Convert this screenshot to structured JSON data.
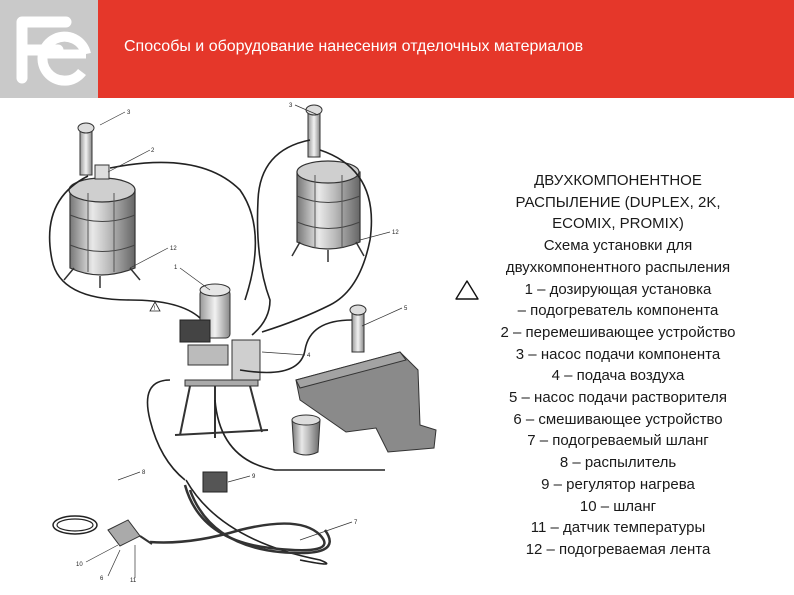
{
  "header": {
    "title": "Способы и оборудование нанесения отделочных материалов",
    "colors": {
      "banner": "#e5372a",
      "logo_bg": "#c9c9c9",
      "logo_mark": "#ffffff"
    }
  },
  "legend": {
    "heading_lines": [
      "ДВУХКОМПОНЕНТНОЕ",
      "РАСПЫЛЕНИЕ (DUPLEX, 2K,",
      "ECOMIX, PROMIX)"
    ],
    "subheading_lines": [
      "Схема установки для",
      "двухкомпонентного распыления"
    ],
    "items": [
      "1 – дозирующая установка",
      "– подогреватель компонента",
      "2 – перемешивающее устройство",
      "3 – насос подачи компонента",
      "4 – подача воздуха",
      "5 – насос подачи растворителя",
      "6 – смешивающее устройство",
      "7 – подогреваемый шланг",
      "8 – распылитель",
      "9 – регулятор нагрева",
      "10 – шланг",
      "11 – датчик температуры",
      "12 – подогреваемая лента"
    ]
  },
  "diagram": {
    "callouts": [
      "3",
      "2",
      "3",
      "12",
      "12",
      "1",
      "5",
      "4",
      "8",
      "9",
      "7",
      "10",
      "6",
      "11"
    ],
    "warning_icon": "warning-triangle-icon"
  }
}
